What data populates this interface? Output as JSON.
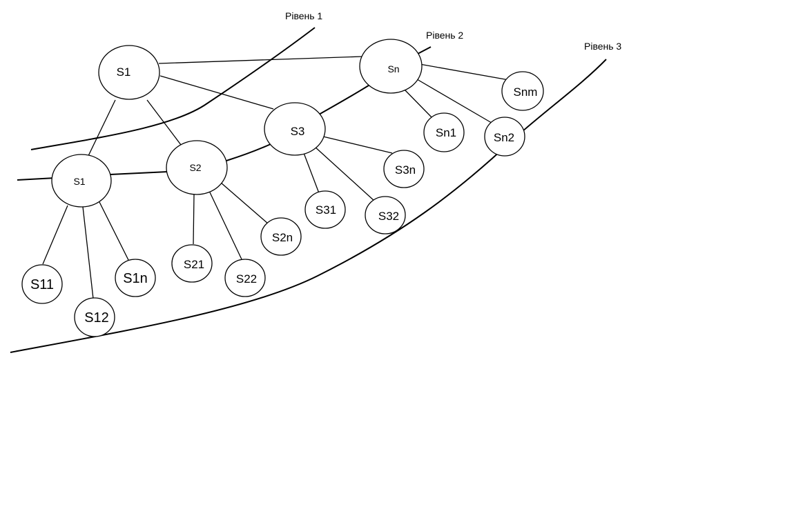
{
  "levels": [
    "Рівень 1",
    "Рівень 2",
    "Рівень 3"
  ],
  "nodes": {
    "s1_top": "S1",
    "sn": "Sn",
    "snm": "Snm",
    "s3": "S3",
    "sn1": "Sn1",
    "sn2": "Sn2",
    "s1_mid": "S1",
    "s2": "S2",
    "s3n": "S3n",
    "s31": "S31",
    "s32": "S32",
    "s2n": "S2n",
    "s21": "S21",
    "s22": "S22",
    "s11": "S11",
    "s1n": "S1n",
    "s12": "S12"
  }
}
